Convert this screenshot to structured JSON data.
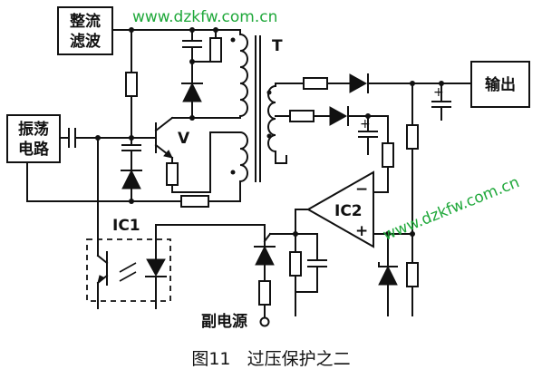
{
  "watermark_top": "www.dzkfw.com.cn",
  "watermark_right": "www.dzkfw.com.cn",
  "blocks": {
    "rectifier_line1": "整流",
    "rectifier_line2": "滤波",
    "oscillator_line1": "振荡",
    "oscillator_line2": "电路",
    "output": "输出"
  },
  "labels": {
    "transformer": "T",
    "transistor": "V",
    "ic1": "IC1",
    "ic2": "IC2",
    "minus": "−",
    "plus": "+",
    "aux_supply": "副电源"
  },
  "caption": "图11   过压保护之二"
}
